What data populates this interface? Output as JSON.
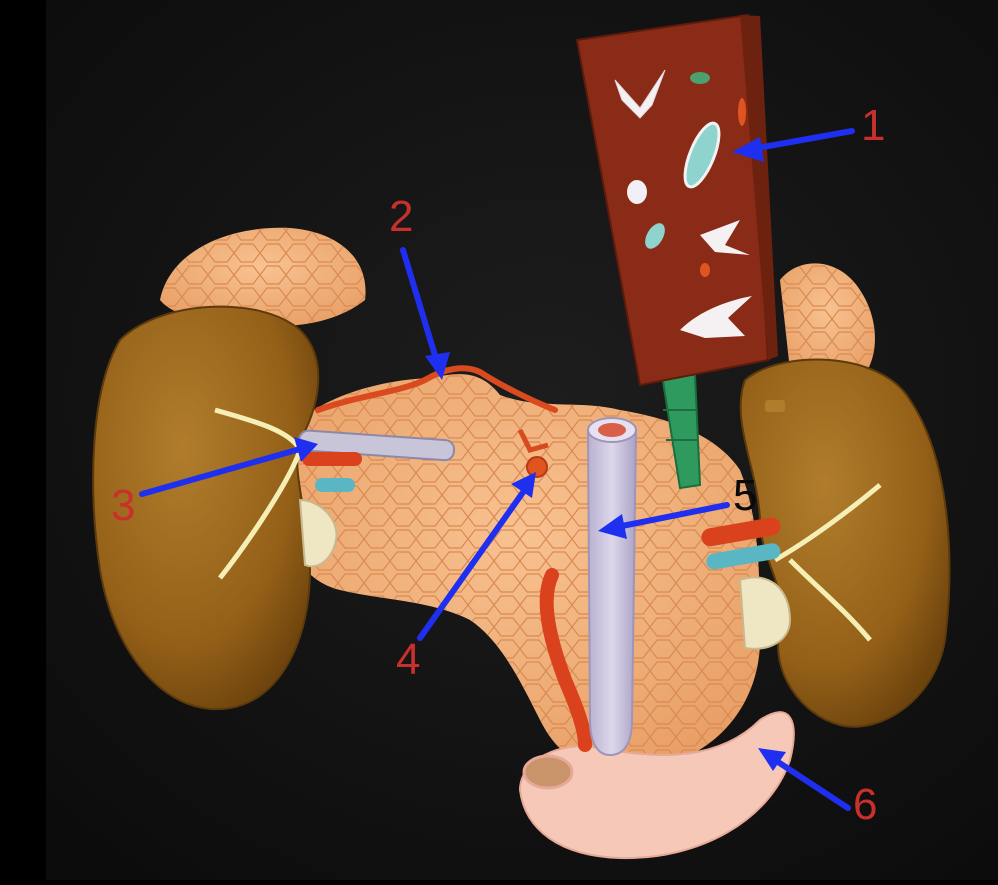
{
  "labels": {
    "l1": "1",
    "l2": "2",
    "l3": "3",
    "l4": "4",
    "l5": "5",
    "l6": "6"
  },
  "colors": {
    "background": "#121212",
    "arrow": "#1f2ff0",
    "label_red": "#c8302c",
    "label_black": "#0a0a0a",
    "kidney": "#9b6a1c",
    "pancreas": "#f3b27d",
    "liver_block": "#8a2b17",
    "vena_cava": "#cdc6de",
    "duodenum": "#f6c8b8"
  }
}
